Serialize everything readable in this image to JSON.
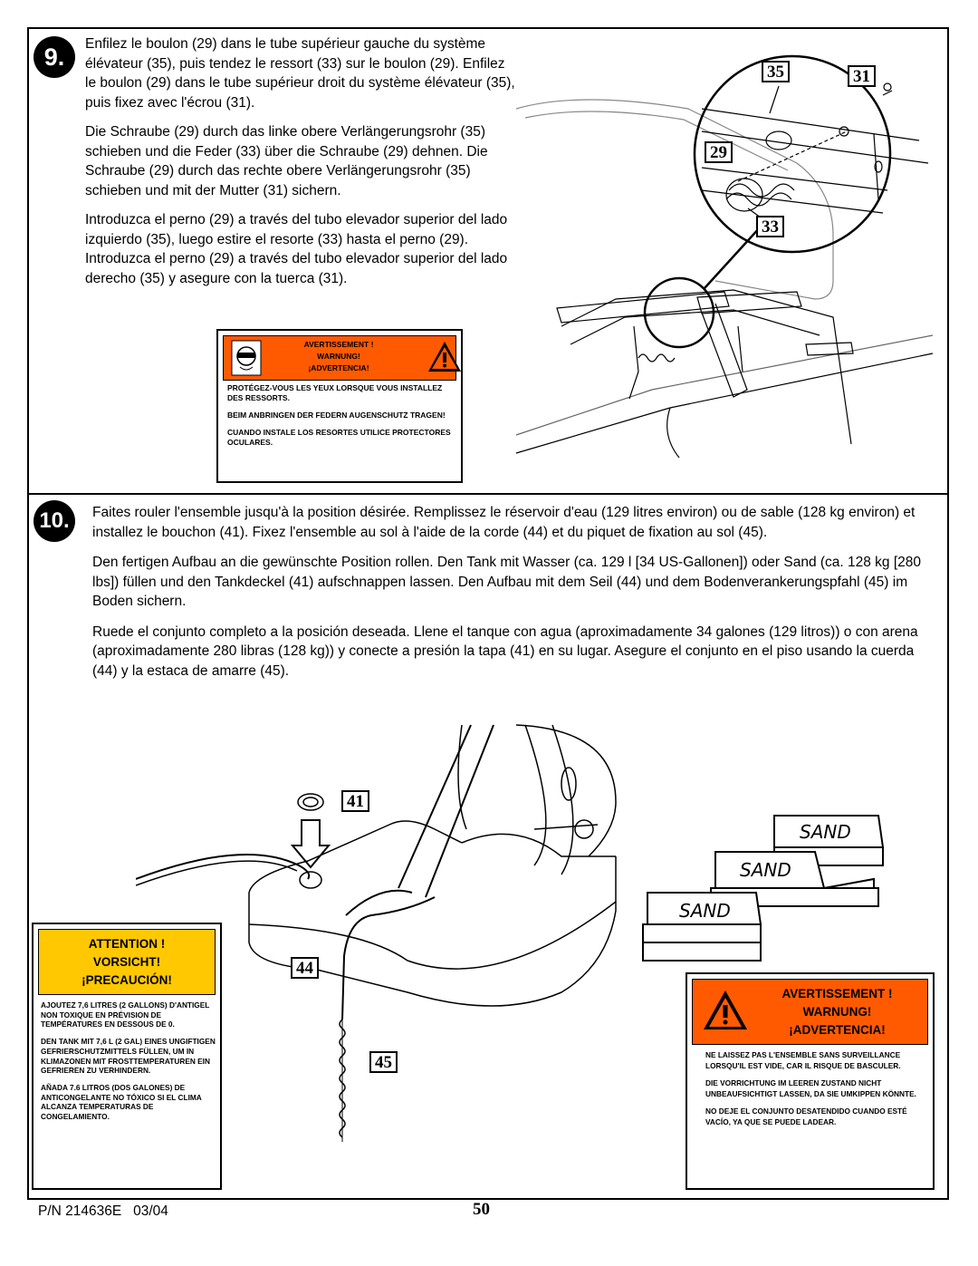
{
  "step9": {
    "number": "9.",
    "fr": "Enfilez le boulon (29) dans le tube supérieur gauche du système élévateur (35), puis tendez le ressort (33) sur le boulon (29). Enfilez le boulon (29) dans le tube supérieur droit du système élévateur (35), puis fixez avec l'écrou (31).",
    "de": "Die Schraube (29) durch das linke obere Verlängerungsrohr (35) schieben und die Feder (33) über die Schraube (29) dehnen. Die Schraube (29) durch das rechte obere Verlängerungsrohr (35) schieben und mit der Mutter (31) sichern.",
    "es": "Introduzca el perno (29) a través del tubo elevador superior del lado izquierdo (35), luego estire el resorte (33) hasta el perno (29). Introduzca el perno (29) a través del tubo elevador superior del lado derecho (35) y asegure con la tuerca (31).",
    "callouts": {
      "c35": "35",
      "c31": "31",
      "c29": "29",
      "c33": "33"
    },
    "warning": {
      "title1": "AVERTISSEMENT !",
      "title2": "WARNUNG!",
      "title3": "¡ADVERTENCIA!",
      "fr": "PROTÉGEZ-VOUS LES YEUX LORSQUE VOUS INSTALLEZ DES RESSORTS.",
      "de": "BEIM ANBRINGEN DER FEDERN AUGENSCHUTZ TRAGEN!",
      "es": "CUANDO INSTALE LOS RESORTES UTILICE PROTECTORES OCULARES."
    }
  },
  "step10": {
    "number": "10.",
    "fr": "Faites rouler l'ensemble jusqu'à la position désirée. Remplissez le réservoir d'eau (129 litres environ) ou de sable (128 kg environ) et installez le bouchon (41). Fixez l'ensemble au sol à l'aide de la corde (44) et du piquet de fixation au sol (45).",
    "de": "Den fertigen Aufbau an die gewünschte Position rollen. Den Tank mit Wasser (ca. 129 l [34 US-Gallonen]) oder Sand (ca. 128 kg [280 lbs]) füllen und den Tankdeckel (41) aufschnappen lassen. Den Aufbau mit dem Seil (44) und dem Bodenverankerungspfahl (45) im Boden sichern.",
    "es": "Ruede el conjunto completo a la posición deseada. Llene el tanque con agua (aproximadamente 34 galones (129 litros)) o con arena (aproximadamente 280 libras (128 kg)) y conecte a presión la tapa (41) en su lugar. Asegure el conjunto en el piso usando la cuerda (44) y la estaca de amarre (45).",
    "callouts": {
      "c41": "41",
      "c44": "44",
      "c45": "45"
    },
    "sand_label": "SAND",
    "attention": {
      "title1": "ATTENTION !",
      "title2": "VORSICHT!",
      "title3": "¡PRECAUCIÓN!",
      "fr": "AJOUTEZ 7,6 LITRES (2 GALLONS) D'ANTIGEL NON TOXIQUE EN PRÉVISION DE TEMPÉRATURES EN DESSOUS DE 0.",
      "de": "DEN TANK MIT 7,6 L (2 GAL) EINES UNGIFTIGEN GEFRIERSCHUTZMITTELS FÜLLEN, UM IN KLIMAZONEN MIT FROSTTEMPERATUREN EIN GEFRIEREN ZU VERHINDERN.",
      "es": "AÑADA 7.6 LITROS (DOS GALONES) DE ANTICONGELANTE NO TÓXICO SI EL CLIMA ALCANZA TEMPERATURAS DE CONGELAMIENTO."
    },
    "warning": {
      "title1": "AVERTISSEMENT !",
      "title2": "WARNUNG!",
      "title3": "¡ADVERTENCIA!",
      "fr": "NE LAISSEZ PAS L'ENSEMBLE SANS SURVEILLANCE LORSQU'IL EST VIDE, CAR IL RISQUE DE BASCULER.",
      "de": "DIE VORRICHTUNG IM LEEREN ZUSTAND NICHT UNBEAUFSICHTIGT LASSEN, DA SIE UMKIPPEN KÖNNTE.",
      "es": "NO DEJE EL CONJUNTO DESATENDIDO CUANDO ESTÉ VACÍO, YA QUE SE PUEDE LADEAR."
    }
  },
  "footer": {
    "part_number": "P/N 214636E   03/04",
    "page": "50"
  },
  "colors": {
    "warning_orange": "#ff5a00",
    "caution_yellow": "#ffc800"
  }
}
